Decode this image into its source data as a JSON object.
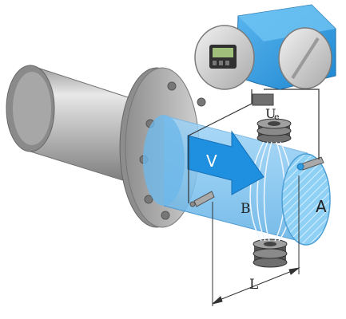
{
  "labels": {
    "velocity": "V",
    "magnetic_field": "B",
    "area": "A",
    "electrode_voltage_main": "U",
    "electrode_voltage_sub": "e",
    "electrode_distance": "L"
  },
  "colors": {
    "transmitter_blue": "#2f9ce0",
    "flow_blue": "#7ec2ee",
    "arrow_blue": "#1f8fe0",
    "steel_gray": "#b9b9b9",
    "wire": "#333333"
  },
  "icons": {
    "transmitter": "transmitter-icon",
    "display": "display-icon",
    "flow_arrow": "flow-arrow-icon",
    "coil": "coil-icon",
    "electrode": "electrode-icon"
  }
}
